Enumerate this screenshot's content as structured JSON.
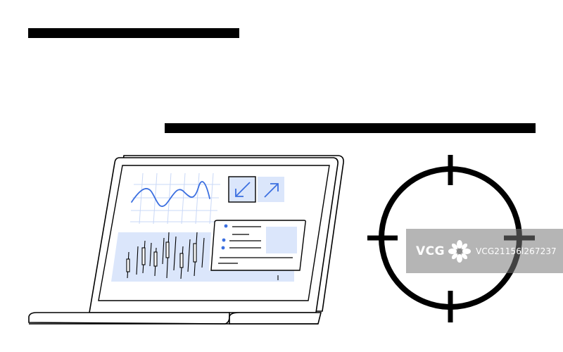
{
  "illustration": {
    "subject": "laptop-dashboard-and-crosshair-target",
    "colors": {
      "line": "#000000",
      "accent_blue": "#3b6fe0",
      "panel_blue": "#dbe6fb",
      "grid_blue": "#c9d8f7",
      "background": "#ffffff"
    },
    "icons": [
      "arrow-collapse-icon",
      "arrow-expand-icon",
      "crosshair-icon"
    ]
  },
  "watermark": {
    "logo": "VCG",
    "id": "VCG21156l267237"
  }
}
